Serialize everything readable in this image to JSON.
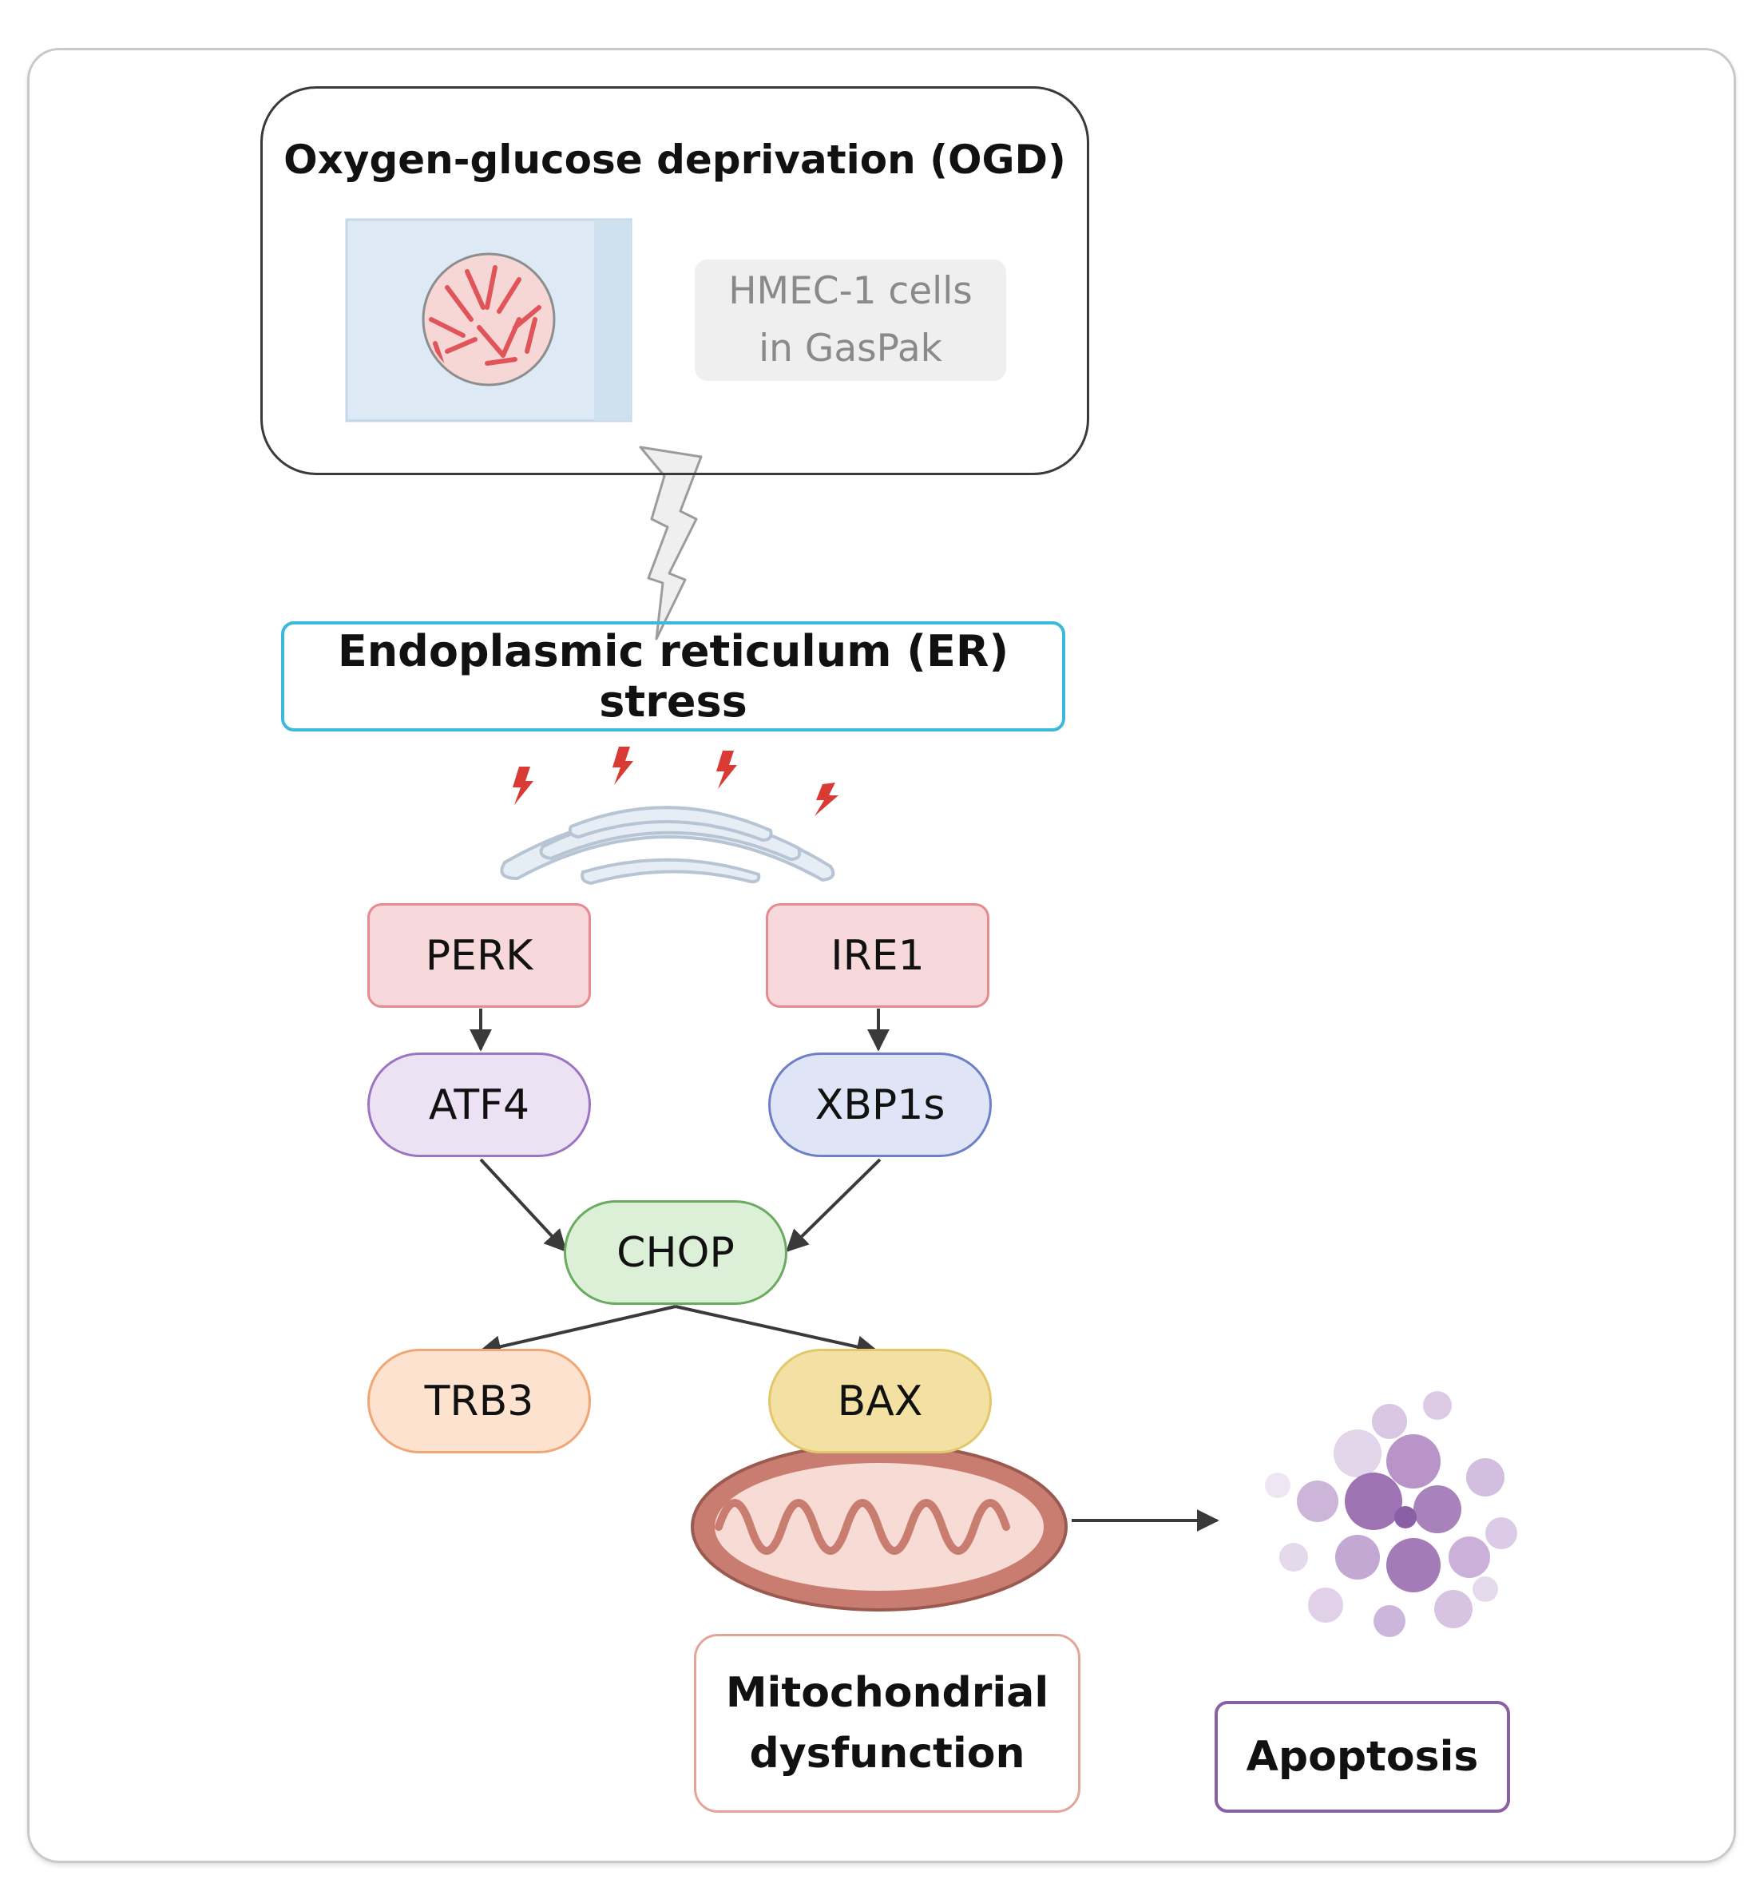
{
  "ogd": {
    "title": "Oxygen-glucose deprivation (OGD)",
    "caption": "HMEC-1 cells\nin GasPak"
  },
  "er_stress": {
    "label": "Endoplasmic reticulum (ER) stress"
  },
  "nodes": {
    "perk": "PERK",
    "ire1": "IRE1",
    "atf4": "ATF4",
    "xbp1s": "XBP1s",
    "chop": "CHOP",
    "trb3": "TRB3",
    "bax": "BAX"
  },
  "outcomes": {
    "mitochondrial": "Mitochondrial\ndysfunction",
    "apoptosis": "Apoptosis"
  },
  "colors": {
    "er_border": "#3cb9d8",
    "perk_ire1_fill": "#f8d9db",
    "atf4_fill": "#ece2f3",
    "xbp1s_fill": "#dfe5f6",
    "chop_fill": "#dcefd7",
    "trb3_fill": "#fde3cf",
    "bax_fill": "#f3e1a4",
    "apoptosis_border": "#8a5fa6"
  }
}
